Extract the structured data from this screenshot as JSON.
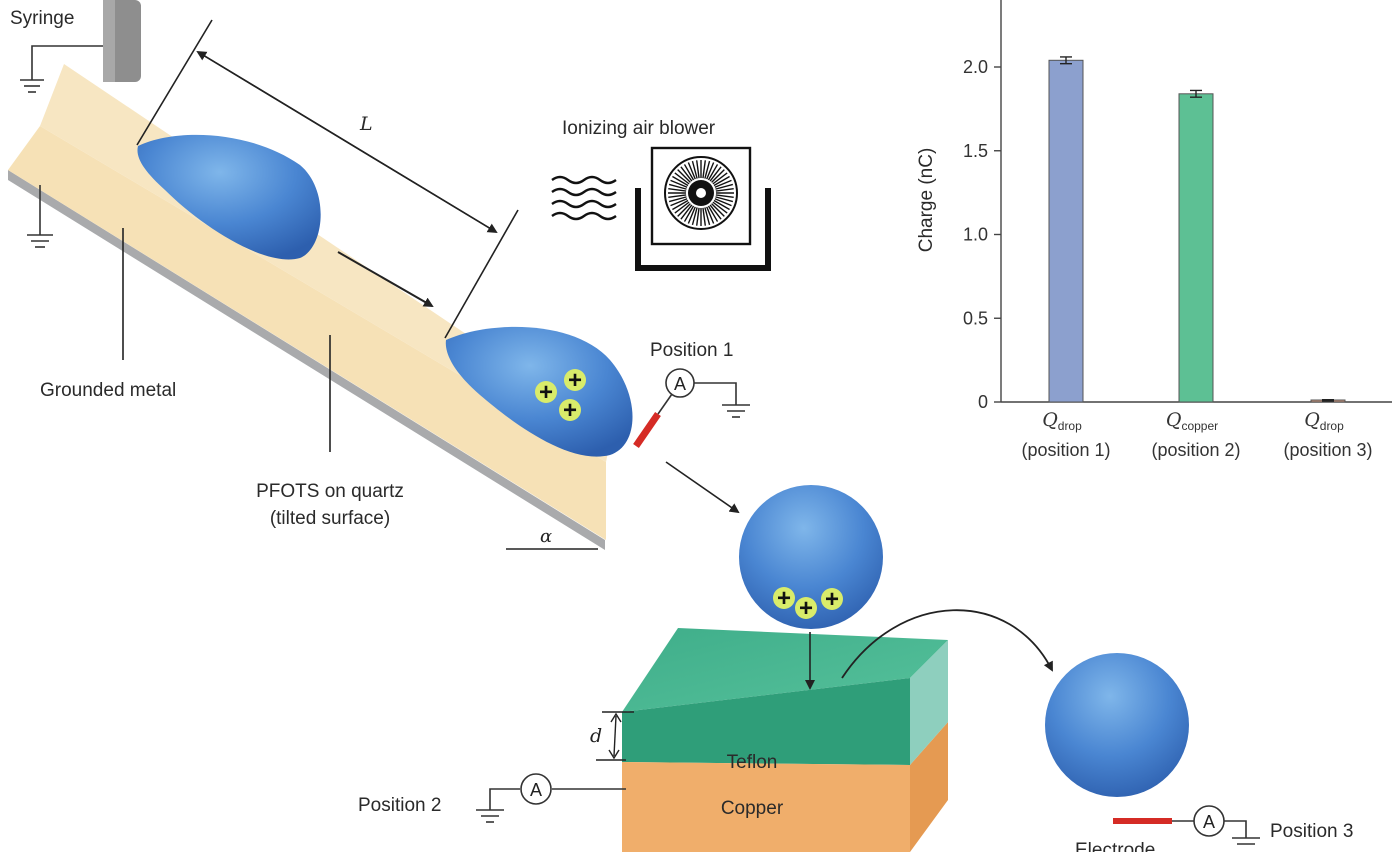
{
  "labels": {
    "syringe": "Syringe",
    "length": "L",
    "ionizer": "Ionizing air blower",
    "grounded_metal": "Grounded metal",
    "pfots_line1": "PFOTS on quartz",
    "pfots_line2": "(tilted surface)",
    "alpha": "α",
    "position1": "Position 1",
    "position2": "Position 2",
    "position3": "Position 3",
    "ammeter": "A",
    "thickness": "d",
    "teflon": "Teflon",
    "copper": "Copper",
    "electrode": "Electrode",
    "plus": "+"
  },
  "colors": {
    "substrate": "#f5e2b8",
    "substrate_edge": "#a9aaac",
    "drop": "#3f78c8",
    "teflon_top": "#46b48e",
    "teflon_front": "#2e9c78",
    "teflon_side": "#8ecfbe",
    "copper_front": "#efad6a",
    "copper_side": "#e59a52",
    "electrode": "#d52b25",
    "plus_fill": "#d9ec6a",
    "bar1": "#8ca0ce",
    "bar2": "#5dc094",
    "bar3": "#c9937a"
  },
  "chart_data": {
    "type": "bar",
    "ylabel": "Charge (nC)",
    "ylim": [
      0,
      2.4
    ],
    "yticks": [
      "0",
      "0.5",
      "1.0",
      "1.5",
      "2.0"
    ],
    "categories": [
      {
        "q": "Q",
        "sub": "drop",
        "line2": "(position 1)"
      },
      {
        "q": "Q",
        "sub": "copper",
        "line2": "(position 2)"
      },
      {
        "q": "Q",
        "sub": "drop",
        "line2": "(position 3)"
      }
    ],
    "values": [
      2.04,
      1.84,
      0.01
    ],
    "errors": [
      0.02,
      0.02,
      0.004
    ]
  }
}
